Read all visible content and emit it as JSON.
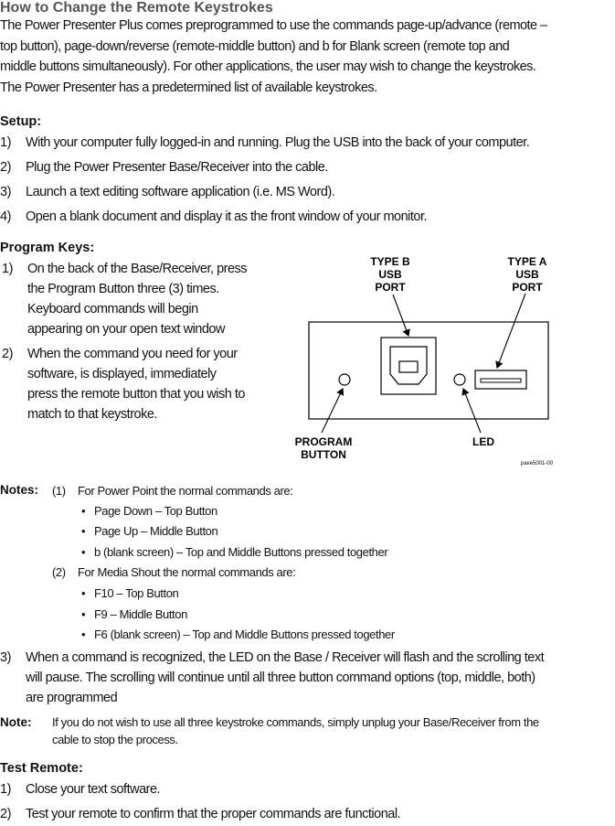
{
  "title": "How to Change the Remote Keystrokes",
  "intro": [
    "The Power Presenter Plus comes preprogrammed to use the commands page-up/advance (remote –",
    "top button), page-down/reverse (remote-middle button) and b for Blank screen (remote top and",
    "middle buttons simultaneously).  For other applications, the user may wish to change the keystrokes.",
    "The Power Presenter has a predetermined list of available keystrokes."
  ],
  "setup": {
    "heading": "Setup:",
    "steps": [
      {
        "num": "1)",
        "text": "With your computer fully logged-in and running. Plug the USB into the back of your computer."
      },
      {
        "num": "2)",
        "text": "Plug the Power Presenter Base/Receiver into the cable."
      },
      {
        "num": "3)",
        "text": "Launch a text editing software application (i.e. MS Word)."
      },
      {
        "num": "4)",
        "text": "Open a blank document and display it as the front window of your monitor."
      }
    ]
  },
  "program": {
    "heading": "Program Keys:",
    "steps": [
      {
        "num": "1)",
        "lines": [
          "On the back of the Base/Receiver, press",
          "the Program Button three (3) times.",
          "Keyboard commands will begin",
          "appearing on your open text window"
        ]
      },
      {
        "num": "2)",
        "lines": [
          "When the command you need for your",
          "software, is displayed, immediately",
          "press the remote button that you wish to",
          "match to that keystroke."
        ]
      }
    ]
  },
  "diagram": {
    "type_b": [
      "TYPE B",
      "USB",
      "PORT"
    ],
    "type_a": [
      "TYPE A",
      "USB",
      "PORT"
    ],
    "program_button": [
      "PROGRAM",
      "BUTTON"
    ],
    "led": "LED",
    "ref": "pave5001-00"
  },
  "notes": {
    "label": "Notes:",
    "items": [
      {
        "num": "(1)",
        "text": "For Power Point the normal commands are:",
        "bullets": [
          "Page Down – Top Button",
          "Page Up – Middle Button",
          "b (blank screen) – Top and Middle Buttons pressed together"
        ]
      },
      {
        "num": "(2)",
        "text": "For Media Shout the normal commands are:",
        "bullets": [
          "F10 – Top Button",
          "F9 – Middle Button",
          "F6 (blank screen) – Top and Middle Buttons pressed together"
        ]
      }
    ]
  },
  "step3": {
    "num": "3)",
    "lines": [
      "When a command is recognized, the LED on the Base / Receiver will flash and the scrolling text",
      "will pause. The scrolling will continue until all three button command options (top, middle, both)",
      "are programmed"
    ]
  },
  "note": {
    "label": "Note:",
    "lines": [
      "If you do not wish to use all three keystroke commands, simply unplug your Base/Receiver from the",
      "cable to stop the process."
    ]
  },
  "test": {
    "heading": "Test Remote:",
    "steps": [
      {
        "num": "1)",
        "text": "Close your text software."
      },
      {
        "num": "2)",
        "text": "Test your remote to confirm that the proper commands are functional."
      }
    ]
  }
}
